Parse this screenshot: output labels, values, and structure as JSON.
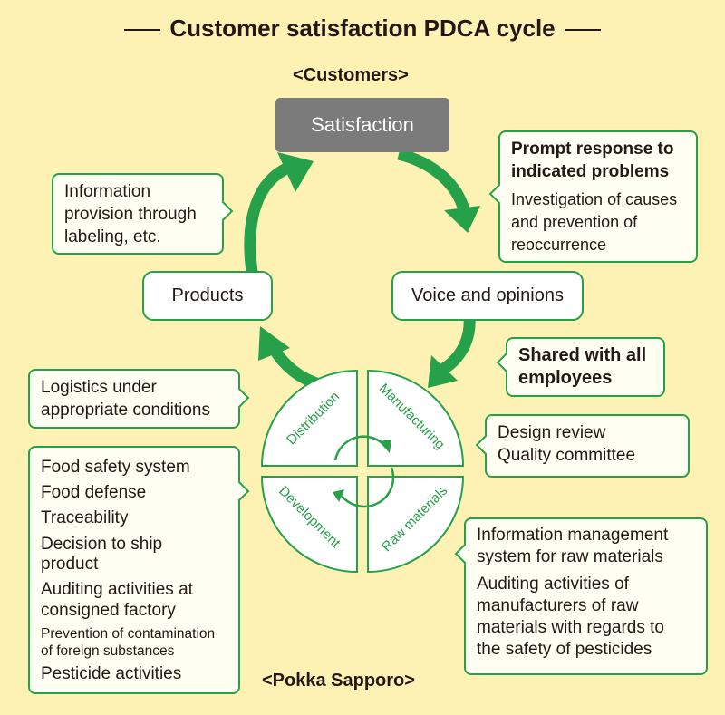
{
  "title": "Customer satisfaction PDCA cycle",
  "customers_label": "<Customers>",
  "company_label": "<Pokka Sapporo>",
  "satisfaction": "Satisfaction",
  "products": "Products",
  "voice": "Voice and opinions",
  "quadrants": {
    "distribution": "Distribution",
    "manufacturing": "Manufacturing",
    "development": "Development",
    "raw_materials": "Raw materials"
  },
  "callouts": {
    "info_provision": [
      "Information",
      "provision through",
      "labeling, etc."
    ],
    "prompt_response": {
      "heading": [
        "Prompt response to",
        "indicated problems"
      ],
      "body": [
        "Investigation of causes",
        "and prevention of",
        "reoccurrence"
      ]
    },
    "shared": [
      "Shared with all",
      "employees"
    ],
    "logistics": [
      "Logistics under",
      "appropriate conditions"
    ],
    "design": [
      "Design review",
      "Quality committee"
    ],
    "food_safety": {
      "items": [
        "Food safety system",
        "Food defense",
        "Traceability",
        "Decision to ship",
        "product",
        "Auditing activities at",
        "consigned factory"
      ],
      "small": [
        "Prevention of contamination",
        "of foreign substances"
      ],
      "last": "Pesticide activities"
    },
    "raw_info": {
      "first": [
        "Information management",
        "system for raw materials"
      ],
      "second": [
        "Auditing activities of",
        "manufacturers of raw",
        "materials with regards to",
        "the safety of pesticides"
      ]
    }
  },
  "colors": {
    "background": "#fdf2b4",
    "accent_green": "#27a04a",
    "satisfaction_fill": "#7b7b7b"
  }
}
